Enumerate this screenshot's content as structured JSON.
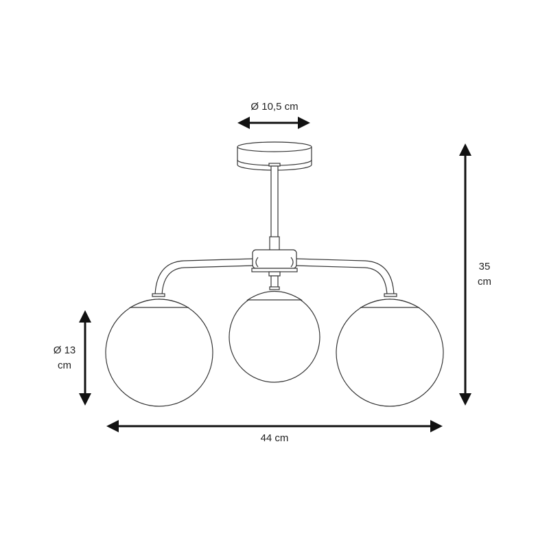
{
  "dimensions": {
    "canopy_diameter": "Ø 10,5 cm",
    "height_value": "35",
    "height_unit": "cm",
    "globe_diameter_value": "Ø 13",
    "globe_diameter_unit": "cm",
    "width": "44 cm"
  },
  "colors": {
    "line": "#333333",
    "arrow": "#111111"
  }
}
